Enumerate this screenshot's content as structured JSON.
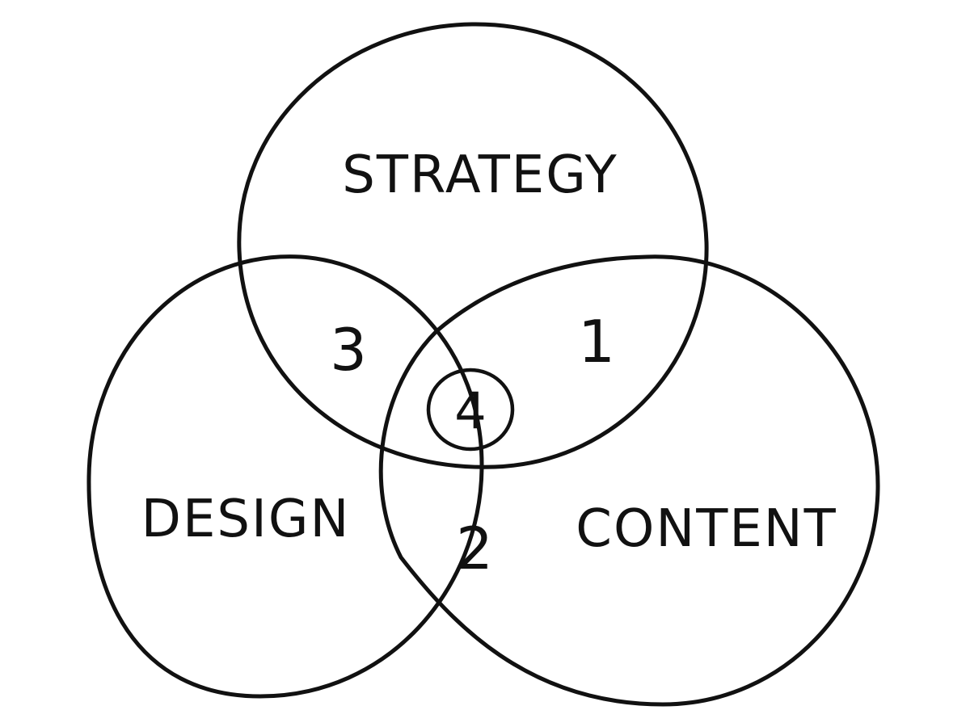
{
  "sets": [
    {
      "id": "strategy",
      "label": "STRATEGY"
    },
    {
      "id": "design",
      "label": "DESIGN"
    },
    {
      "id": "content",
      "label": "CONTENT"
    }
  ],
  "regions": [
    {
      "id": "strategy-content",
      "sets": [
        "strategy",
        "content"
      ],
      "label": "1"
    },
    {
      "id": "design-content",
      "sets": [
        "design",
        "content"
      ],
      "label": "2"
    },
    {
      "id": "strategy-design",
      "sets": [
        "strategy",
        "design"
      ],
      "label": "3"
    },
    {
      "id": "all-three",
      "sets": [
        "strategy",
        "design",
        "content"
      ],
      "label": "4",
      "circled": true
    }
  ],
  "colors": {
    "stroke": "#111111",
    "background": "#ffffff"
  }
}
